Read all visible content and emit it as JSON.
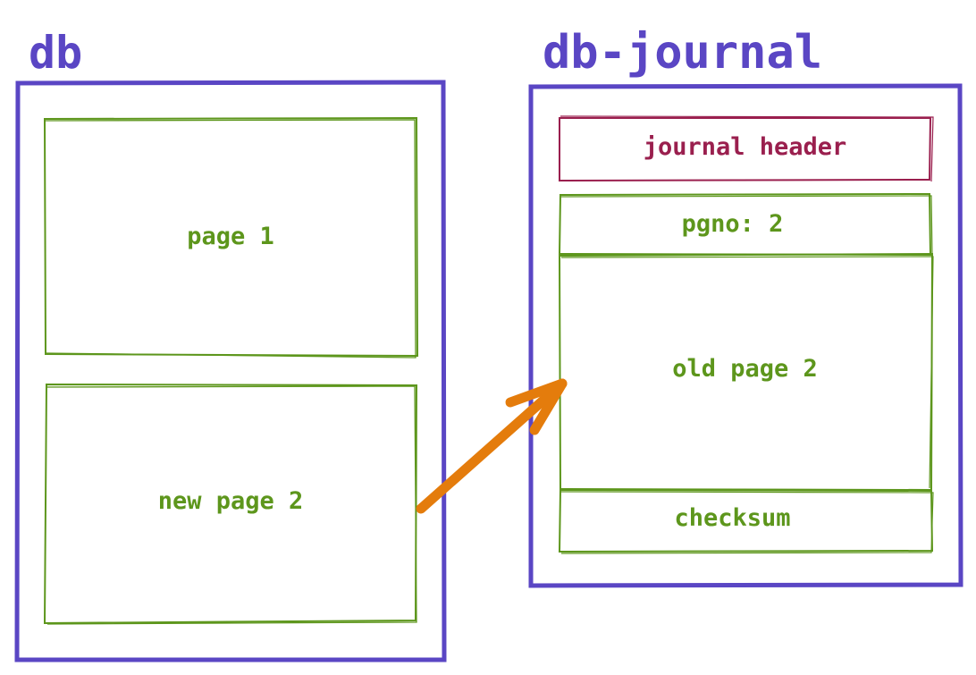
{
  "colors": {
    "container": "#5a46c4",
    "page": "#5d961c",
    "header": "#9a1f4e",
    "arrow": "#e47c0c"
  },
  "db": {
    "title": "db",
    "pages": [
      {
        "label": "page 1"
      },
      {
        "label": "new page 2"
      }
    ]
  },
  "journal": {
    "title": "db-journal",
    "header": "journal header",
    "pgno": "pgno: 2",
    "old_page": "old page 2",
    "checksum": "checksum"
  },
  "arrow": {
    "from": "new page 2",
    "to": "old page 2"
  }
}
